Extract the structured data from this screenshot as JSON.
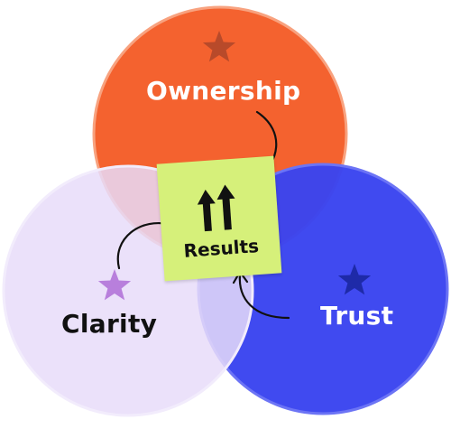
{
  "diagram": {
    "circles": [
      {
        "id": "ownership",
        "label": "Ownership",
        "fill": "#f4622f",
        "star_color": "#b84a2a"
      },
      {
        "id": "trust",
        "label": "Trust",
        "fill": "#3a44f0",
        "star_color": "#1e2aa8"
      },
      {
        "id": "clarity",
        "label": "Clarity",
        "fill": "#e7dcf9",
        "star_color": "#b87fdc"
      }
    ],
    "center": {
      "label": "Results",
      "note_color": "#d6f07a",
      "icon": "double-up-arrow-icon"
    }
  }
}
